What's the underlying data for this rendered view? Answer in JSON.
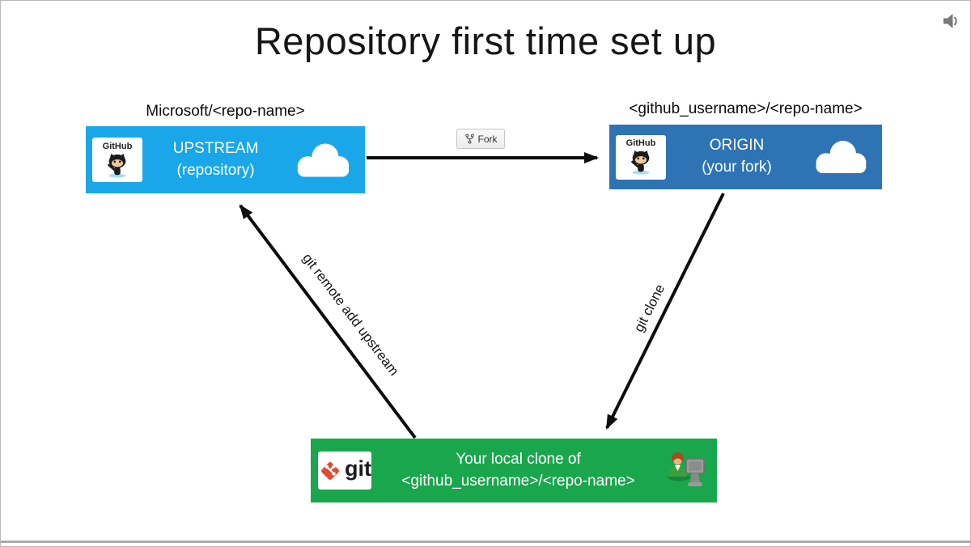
{
  "title": "Repository first time set up",
  "upstream": {
    "label_above": "Microsoft/<repo-name>",
    "name": "UPSTREAM",
    "subtitle": "(repository)",
    "logo_text": "GitHub",
    "color": "#1aa7e9"
  },
  "origin": {
    "label_above": "<github_username>/<repo-name>",
    "name": "ORIGIN",
    "subtitle": "(your fork)",
    "logo_text": "GitHub",
    "color": "#2e74b5"
  },
  "local": {
    "line1": "Your local clone of",
    "line2": "<github_username>/<repo-name>",
    "logo_text": "git",
    "color": "#1aa64d"
  },
  "fork_button": {
    "label": "Fork"
  },
  "edges": {
    "fork": {
      "from": "UPSTREAM",
      "to": "ORIGIN"
    },
    "remote": {
      "label": "git remote add upstream",
      "from": "local clone",
      "to": "UPSTREAM"
    },
    "clone": {
      "label": "git clone",
      "from": "ORIGIN",
      "to": "local clone"
    }
  }
}
